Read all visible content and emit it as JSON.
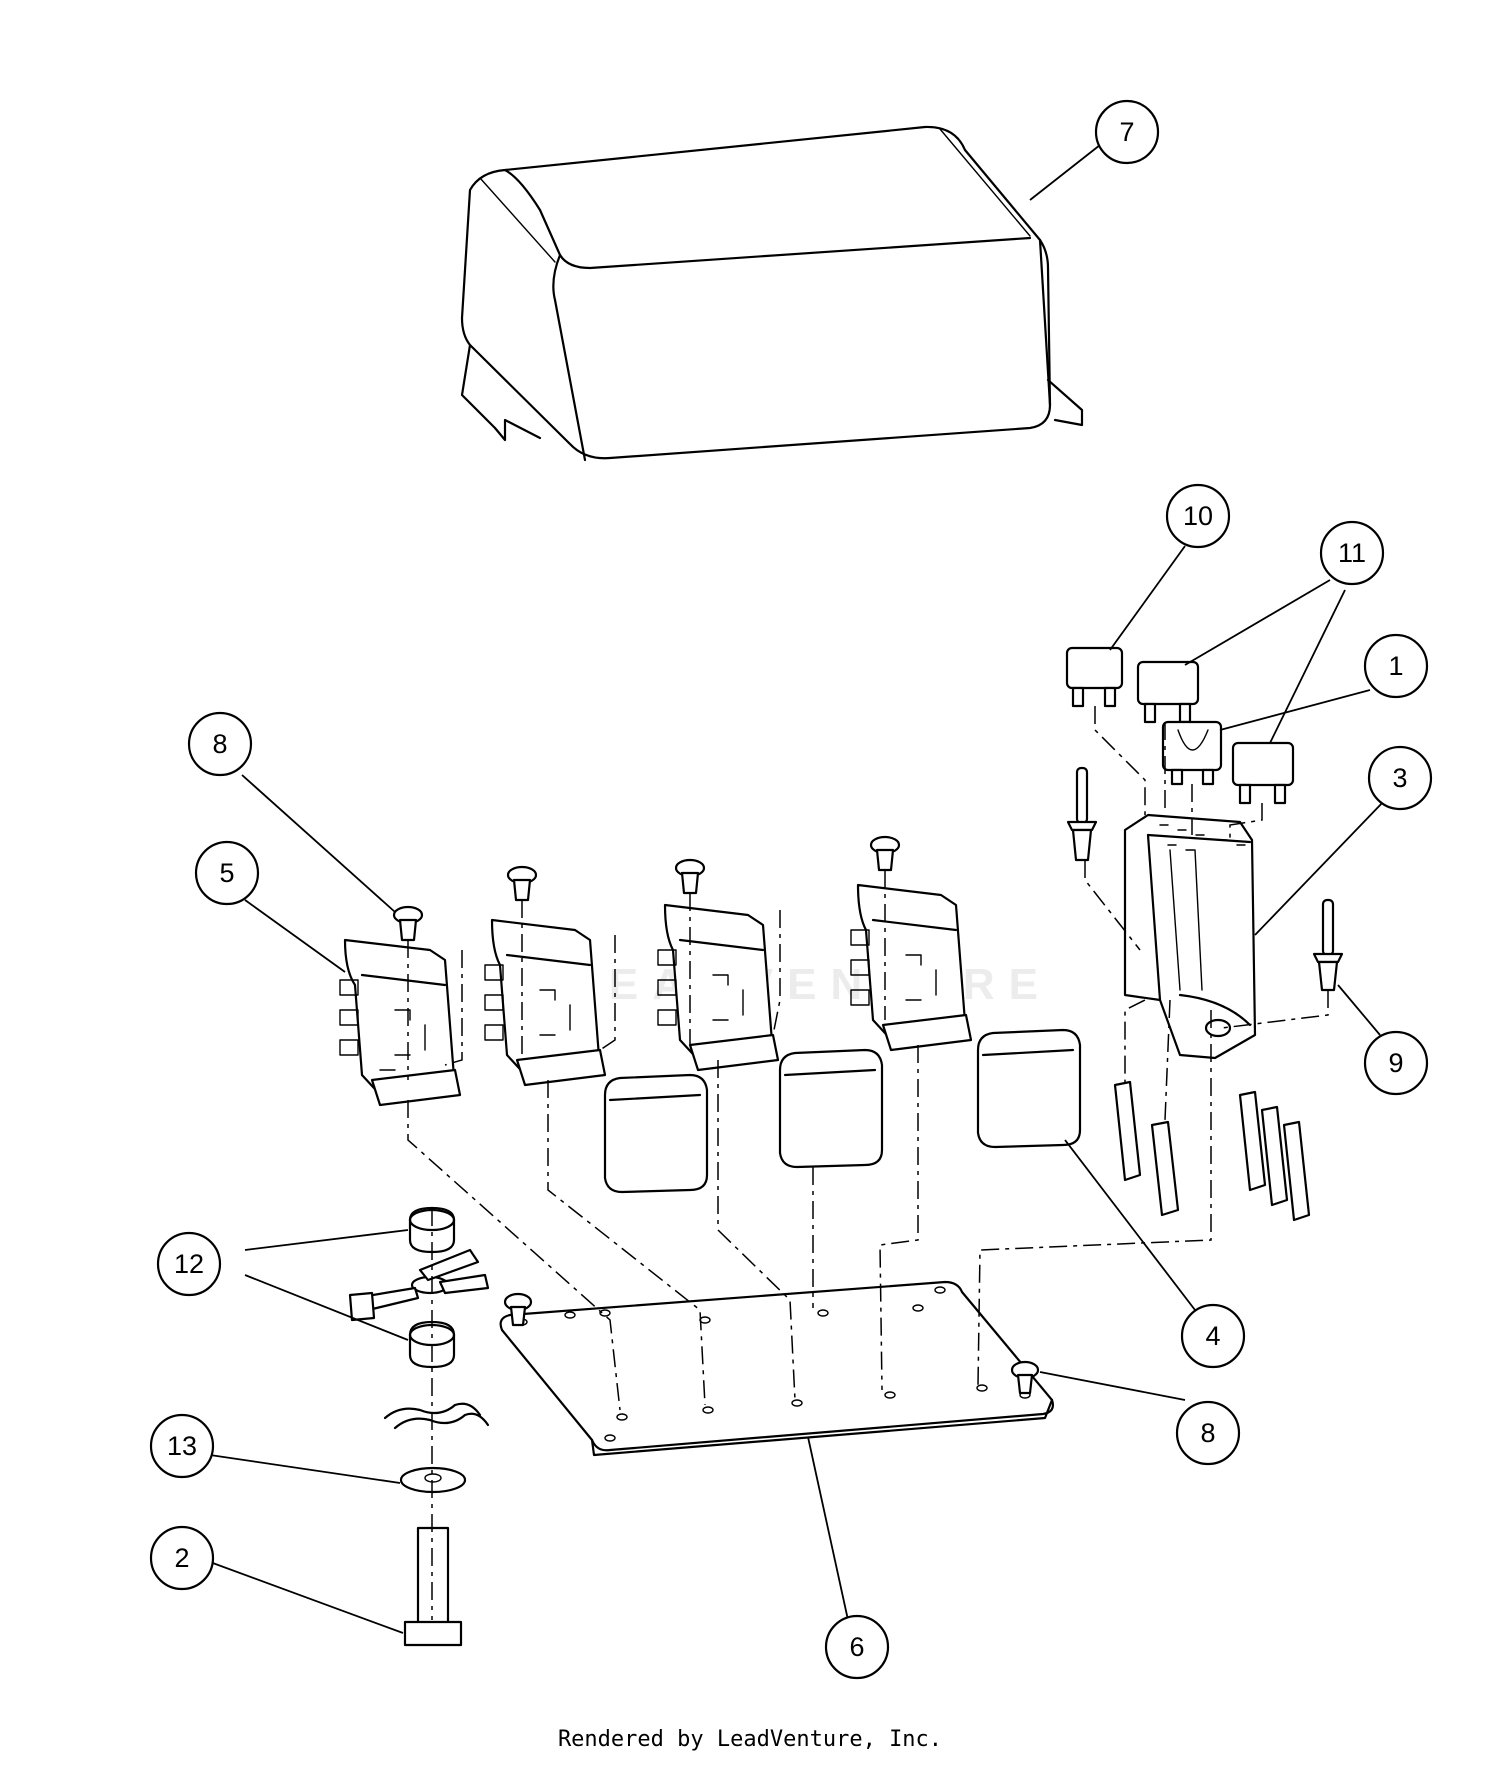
{
  "callouts": [
    {
      "id": "c7",
      "label": "7"
    },
    {
      "id": "c10",
      "label": "10"
    },
    {
      "id": "c11",
      "label": "11"
    },
    {
      "id": "c1",
      "label": "1"
    },
    {
      "id": "c3",
      "label": "3"
    },
    {
      "id": "c8a",
      "label": "8"
    },
    {
      "id": "c5",
      "label": "5"
    },
    {
      "id": "c9",
      "label": "9"
    },
    {
      "id": "c4",
      "label": "4"
    },
    {
      "id": "c12",
      "label": "12"
    },
    {
      "id": "c8b",
      "label": "8"
    },
    {
      "id": "c13",
      "label": "13"
    },
    {
      "id": "c2",
      "label": "2"
    },
    {
      "id": "c6",
      "label": "6"
    }
  ],
  "watermark": "LEADVENTURE",
  "footer": "Rendered by LeadVenture, Inc."
}
